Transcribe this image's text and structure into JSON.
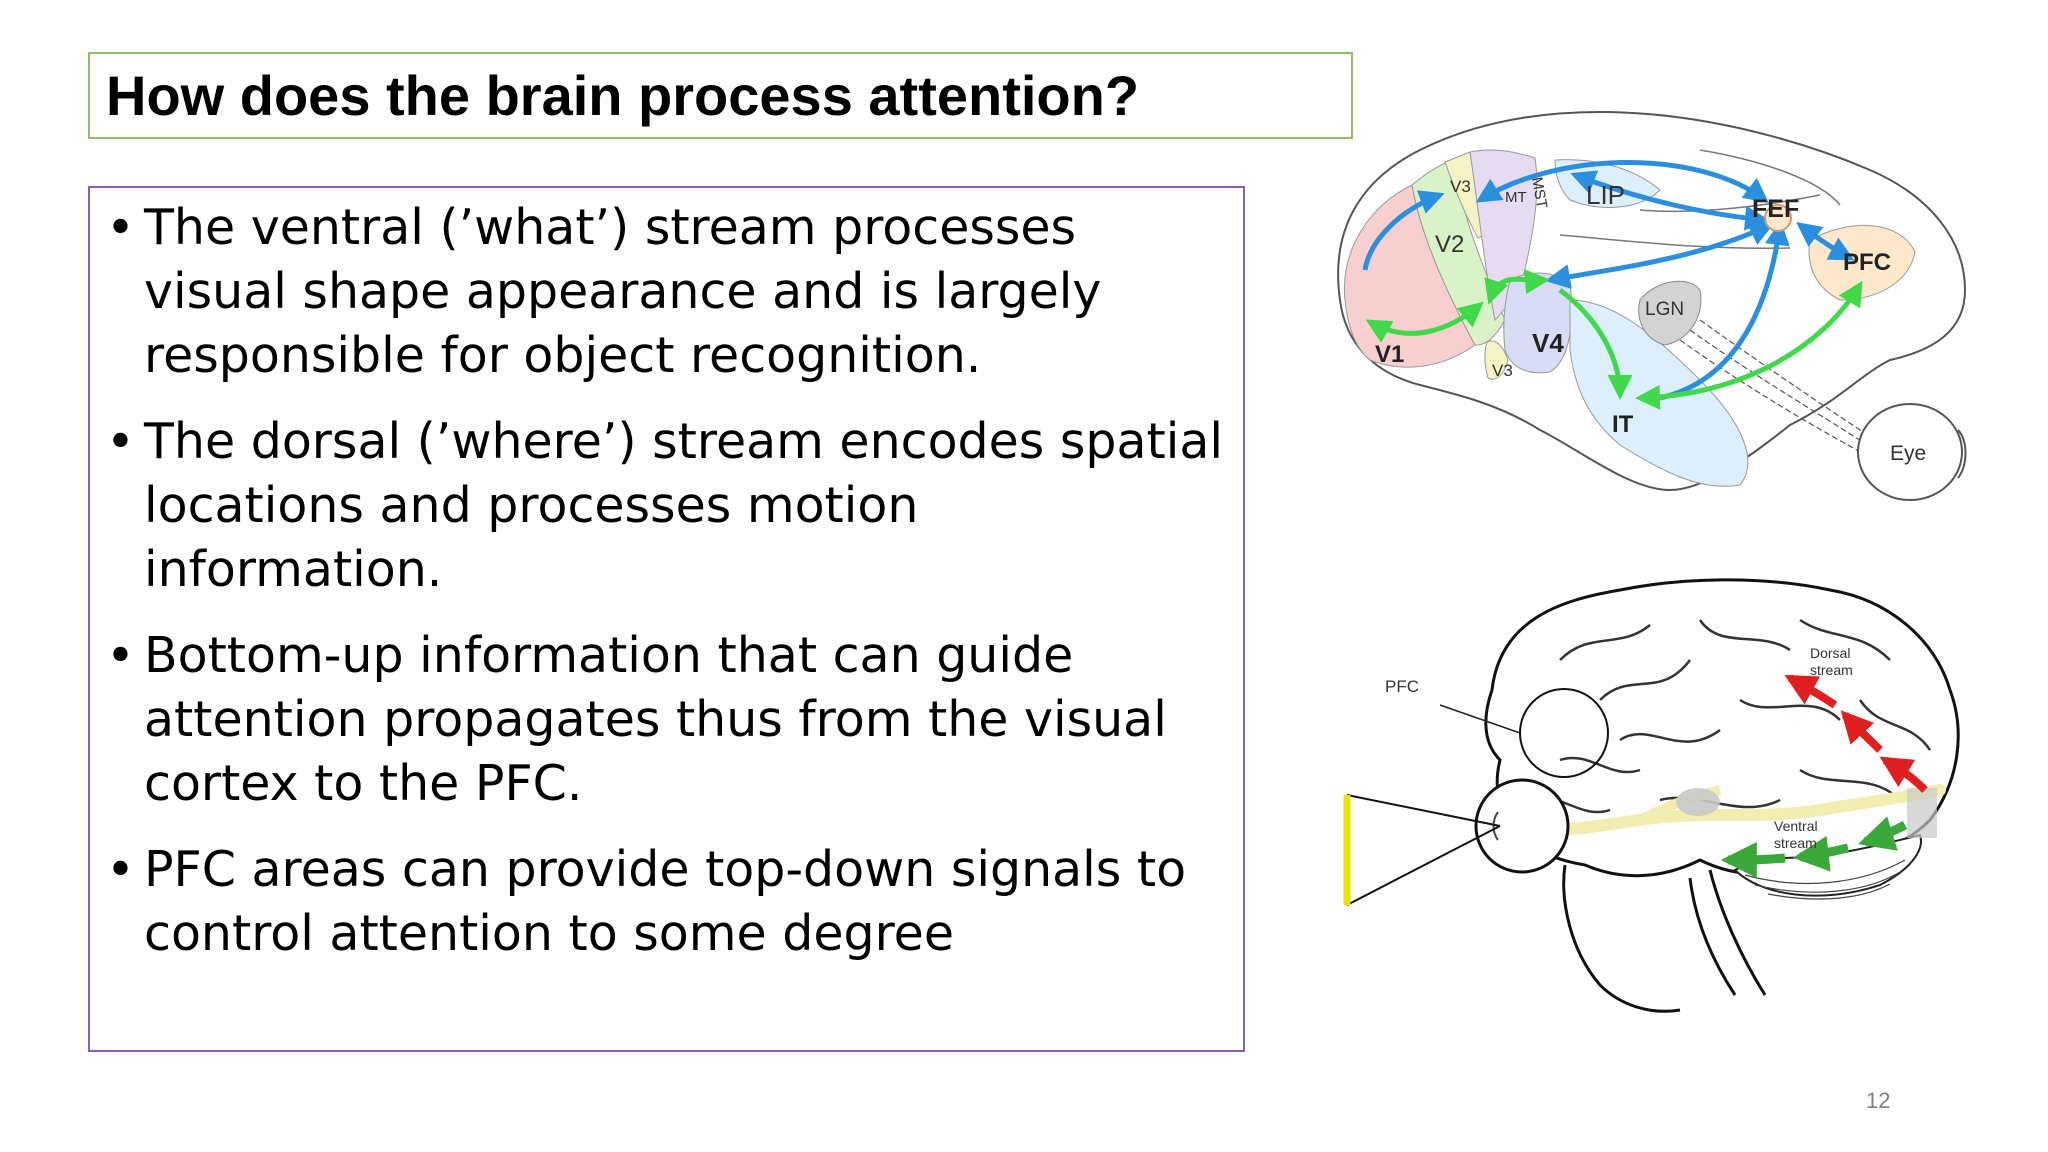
{
  "slide": {
    "title": "How does the brain process attention?",
    "bullets": [
      "The ventral (’what’) stream processes visual shape appearance and is largely responsible for object recognition.",
      "The dorsal (’where’) stream encodes spatial locations and processes motion information.",
      "Bottom-up information that can guide attention propagates thus from the visual cortex to the PFC.",
      "PFC areas can provide top-down signals to control attention to some degree"
    ],
    "bullet_symbol": "•",
    "page_number": "12"
  },
  "figure_top": {
    "labels": {
      "v1": "V1",
      "v2": "V2",
      "v3_top": "V3",
      "v3_bottom": "V3",
      "v4": "V4",
      "mt": "MT",
      "mst": "MST",
      "lip": "LIP",
      "fef": "FEF",
      "pfc": "PFC",
      "lgn": "LGN",
      "it": "IT",
      "eye": "Eye"
    }
  },
  "figure_bottom": {
    "labels": {
      "pfc": "PFC",
      "dorsal_line1": "Dorsal",
      "dorsal_line2": "stream",
      "ventral_line1": "Ventral",
      "ventral_line2": "stream"
    }
  },
  "colors": {
    "title_border": "#8fbf6a",
    "content_border": "#8a5fb0",
    "blue_arrow": "#2b8fe0",
    "green_arrow": "#3fd94a",
    "red_arrow": "#e02020",
    "dark_green_arrow": "#3aa83a"
  }
}
